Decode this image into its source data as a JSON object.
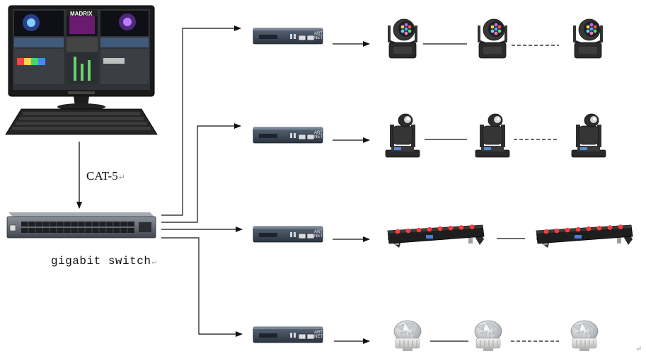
{
  "labels": {
    "cable": "CAT-5",
    "switch": "gigabit switch",
    "paragraph_mark": "↵"
  },
  "icons": {
    "computer": "madrix-workstation-icon",
    "switch": "network-switch-icon",
    "controller": "artnet-controller-icon",
    "fixtures": [
      "led-moving-head-wash-icon",
      "moving-head-spot-icon",
      "led-bar-icon",
      "led-crystal-ball-icon"
    ]
  },
  "screen_brand": "MADRIX",
  "colors": {
    "line": "#111111",
    "controller_body": "#3c4656",
    "fixture_body": "#2a2a2a",
    "switch_body": "#5b6068"
  }
}
